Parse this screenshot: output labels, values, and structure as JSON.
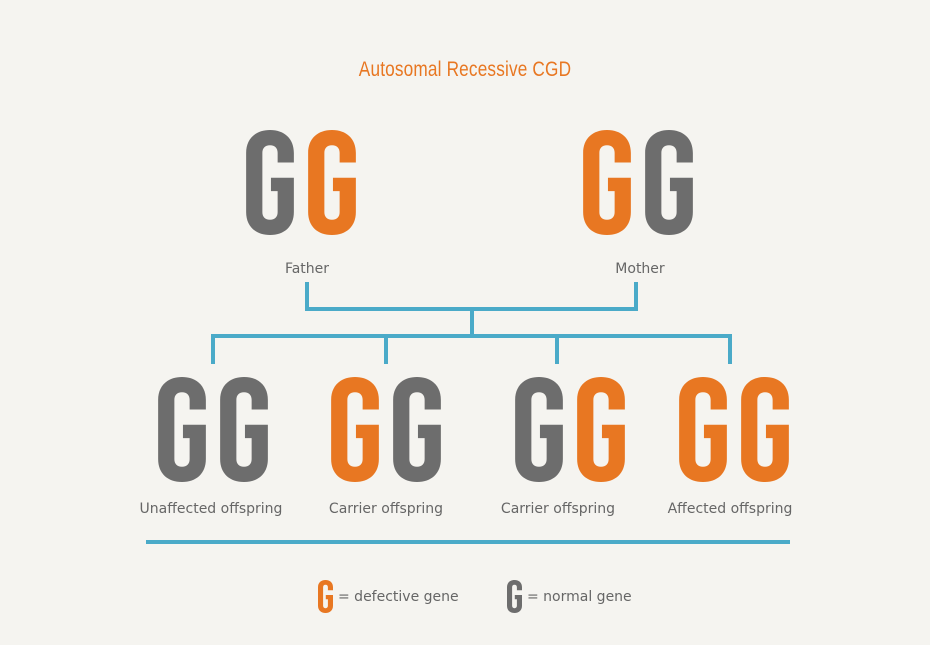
{
  "title": "Autosomal Recessive CGD",
  "colors": {
    "defective": "#e87722",
    "normal": "#6d6d6d",
    "line": "#4aaac8",
    "background": "#f5f4f0",
    "label": "#666666"
  },
  "parents": [
    {
      "label": "Father",
      "genes": [
        "normal",
        "defective"
      ]
    },
    {
      "label": "Mother",
      "genes": [
        "defective",
        "normal"
      ]
    }
  ],
  "offspring": [
    {
      "label": "Unaffected offspring",
      "genes": [
        "normal",
        "normal"
      ]
    },
    {
      "label": "Carrier offspring",
      "genes": [
        "defective",
        "normal"
      ]
    },
    {
      "label": "Carrier offspring",
      "genes": [
        "normal",
        "defective"
      ]
    },
    {
      "label": "Affected offspring",
      "genes": [
        "defective",
        "defective"
      ]
    }
  ],
  "legend": [
    {
      "gene": "defective",
      "glyph": "G",
      "text": "= defective gene"
    },
    {
      "gene": "normal",
      "glyph": "G",
      "text": "= normal gene"
    }
  ]
}
